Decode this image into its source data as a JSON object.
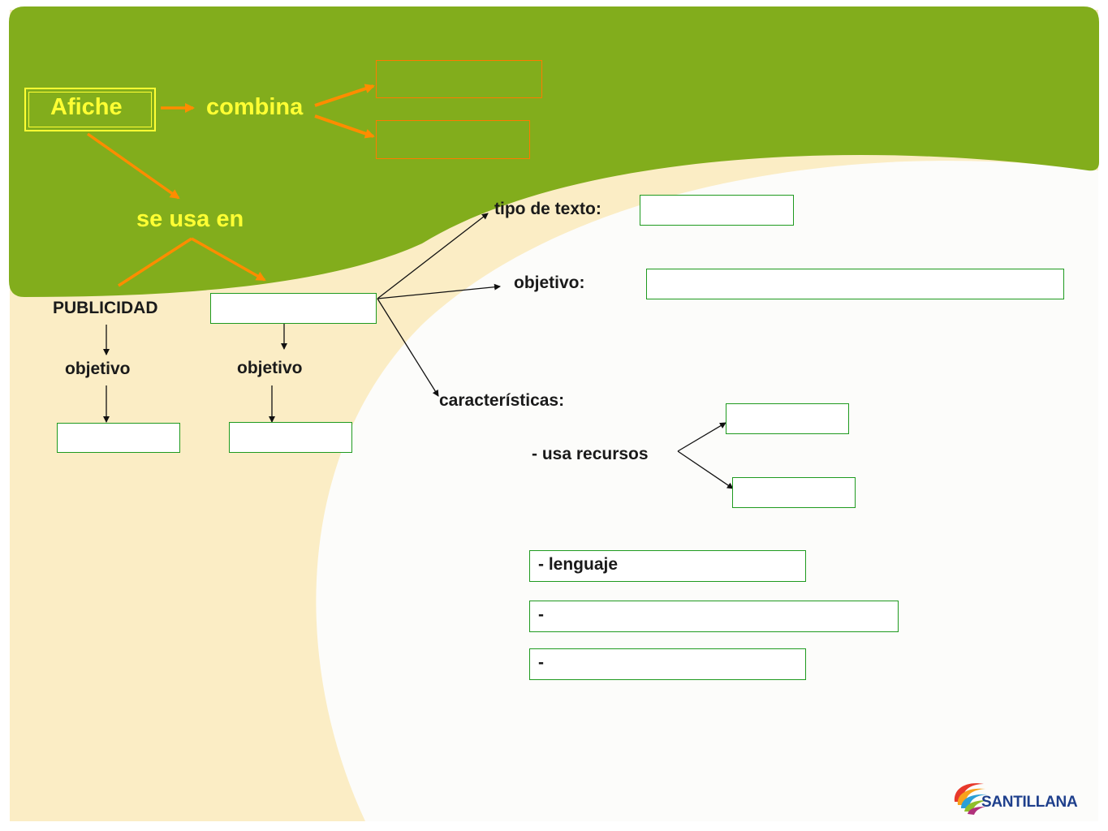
{
  "title": {
    "node": "Afiche"
  },
  "relations": {
    "combina": "combina",
    "se_usa_en": "se usa en"
  },
  "uses": {
    "left": "PUBLICIDAD"
  },
  "objetivo_left": "objetivo",
  "objetivo_right": "objetivo",
  "properties": {
    "tipo_de_texto": "tipo de texto:",
    "objetivo": "objetivo:",
    "caracteristicas": "características:",
    "usa_recursos": "- usa recursos"
  },
  "feature_boxes": {
    "lenguaje": "- lenguaje",
    "dash1": "-",
    "dash2": "-"
  },
  "logo": {
    "text": "SANTILLANA"
  },
  "colors": {
    "green_band": "#82ad1c",
    "cream": "#fbedc5",
    "orange": "#ff8c00",
    "yellow_text": "#ffff33",
    "box_border_green": "#1f9a1f"
  }
}
